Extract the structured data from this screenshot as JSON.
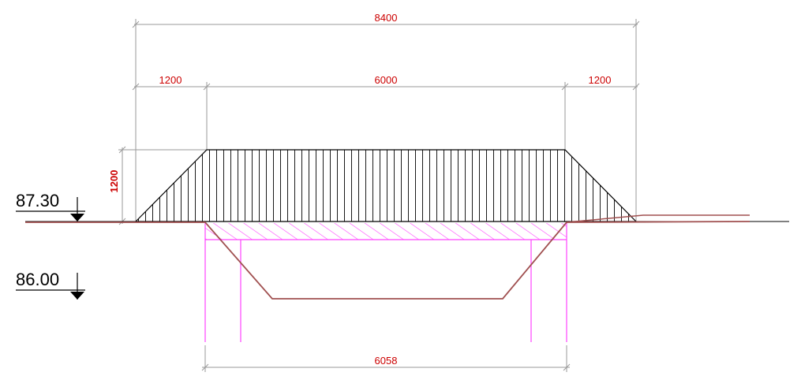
{
  "dimensions": {
    "overall_width": "8400",
    "left_slope_width": "1200",
    "crest_width": "6000",
    "right_slope_width": "1200",
    "height": "1200",
    "excavation_width": "6058"
  },
  "elevations": {
    "ground_level": "87.30",
    "bottom_level": "86.00"
  },
  "colors": {
    "dimension_line": "#9a9a9a",
    "dimension_text": "#cc0000",
    "ground_line": "#a05050",
    "excavation_hatch": "#ff44ff",
    "embankment_outline": "#000000",
    "background": "#ffffff"
  }
}
